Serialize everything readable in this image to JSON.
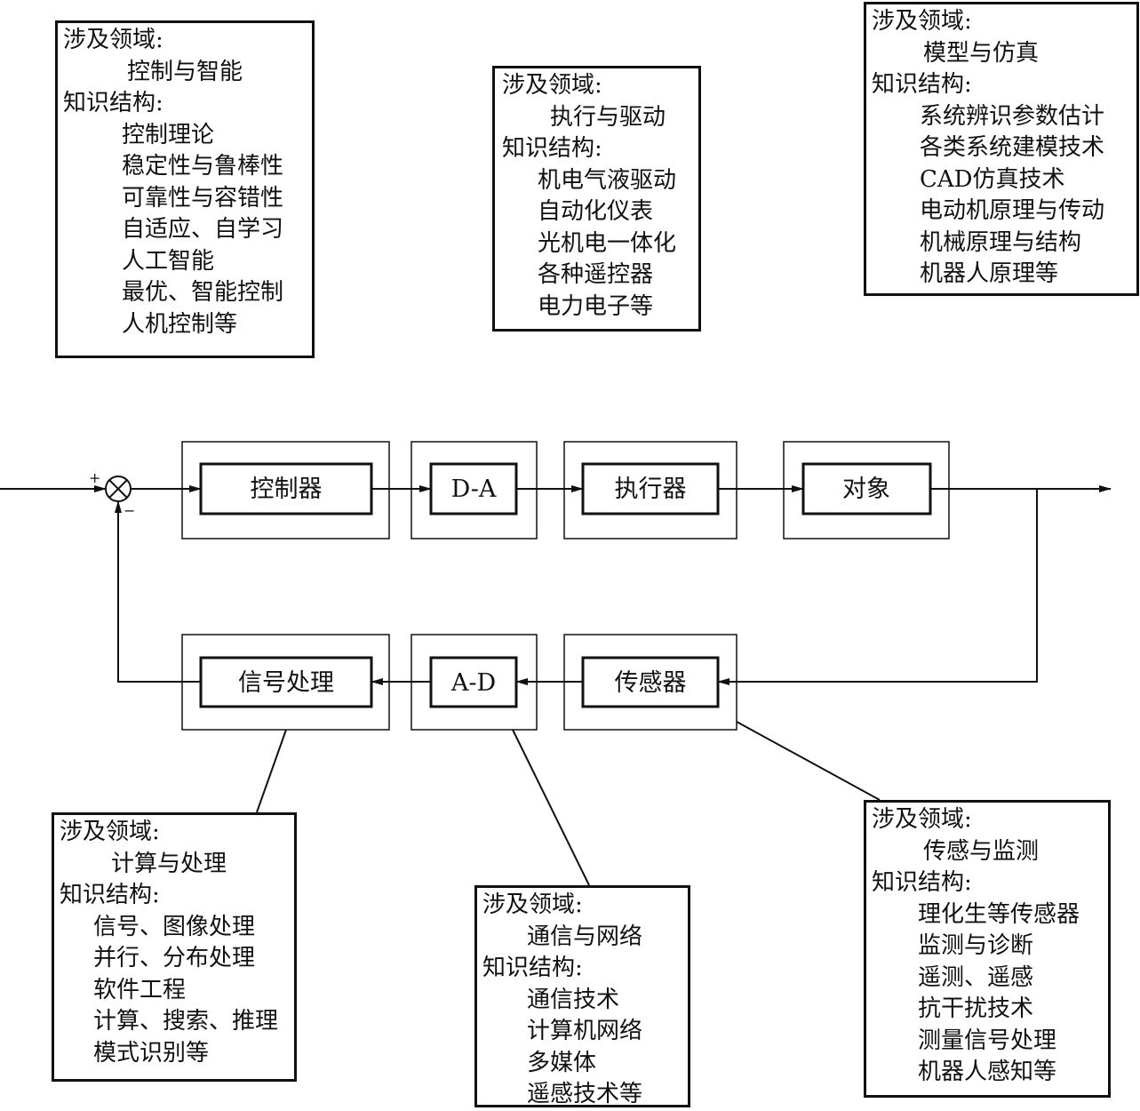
{
  "blocks": {
    "controller": "控制器",
    "da": "D-A",
    "actuator": "执行器",
    "plant": "对象",
    "signal_processing": "信号处理",
    "ad": "A-D",
    "sensor": "传感器"
  },
  "summing_junction": {
    "plus": "+",
    "minus": "−"
  },
  "panels": {
    "control": {
      "field_label": "涉及领域:",
      "field": "控制与智能",
      "structure_label": "知识结构:",
      "items": [
        "控制理论",
        "稳定性与鲁棒性",
        "可靠性与容错性",
        "自适应、自学习",
        "人工智能",
        "最优、智能控制",
        "人机控制等"
      ]
    },
    "actuation": {
      "field_label": "涉及领域:",
      "field": "执行与驱动",
      "structure_label": "知识结构:",
      "items": [
        "机电气液驱动",
        "自动化仪表",
        "光机电一体化",
        "各种遥控器",
        "电力电子等"
      ]
    },
    "modeling": {
      "field_label": "涉及领域:",
      "field": "模型与仿真",
      "structure_label": "知识结构:",
      "items": [
        "系统辨识参数估计",
        "各类系统建模技术",
        "CAD仿真技术",
        "电动机原理与传动",
        "机械原理与结构",
        "机器人原理等"
      ]
    },
    "computing": {
      "field_label": "涉及领域:",
      "field": "计算与处理",
      "structure_label": "知识结构:",
      "items": [
        "信号、图像处理",
        "并行、分布处理",
        "软件工程",
        "计算、搜索、推理",
        "模式识别等"
      ]
    },
    "network": {
      "field_label": "涉及领域:",
      "field": "通信与网络",
      "structure_label": "知识结构:",
      "items": [
        "通信技术",
        "计算机网络",
        "多媒体",
        "遥感技术等"
      ]
    },
    "sensing": {
      "field_label": "涉及领域:",
      "field": "传感与监测",
      "structure_label": "知识结构:",
      "items": [
        "理化生等传感器",
        "监测与诊断",
        "遥测、遥感",
        "抗干扰技术",
        "测量信号处理",
        "机器人感知等"
      ]
    }
  }
}
